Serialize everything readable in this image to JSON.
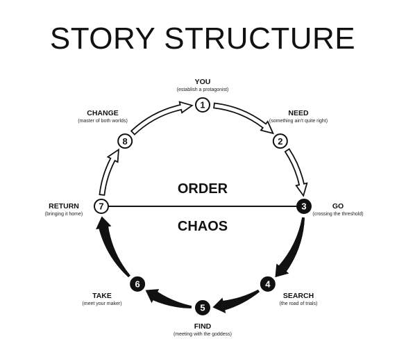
{
  "title": "STORY STRUCTURE",
  "regions": {
    "upper": "ORDER",
    "lower": "CHAOS"
  },
  "steps": [
    {
      "number": "1",
      "title": "YOU",
      "subtitle": "(establish a protagonist)",
      "half": "order"
    },
    {
      "number": "2",
      "title": "NEED",
      "subtitle": "(something ain't quite right)",
      "half": "order"
    },
    {
      "number": "3",
      "title": "GO",
      "subtitle": "(crossing the threshold)",
      "half": "threshold"
    },
    {
      "number": "4",
      "title": "SEARCH",
      "subtitle": "(the road of trials)",
      "half": "chaos"
    },
    {
      "number": "5",
      "title": "FIND",
      "subtitle": "(meeting with the goddess)",
      "half": "chaos"
    },
    {
      "number": "6",
      "title": "TAKE",
      "subtitle": "(meet your maker)",
      "half": "chaos"
    },
    {
      "number": "7",
      "title": "RETURN",
      "subtitle": "(bringing it home)",
      "half": "threshold"
    },
    {
      "number": "8",
      "title": "CHANGE",
      "subtitle": "(master of both worlds)",
      "half": "order"
    }
  ],
  "colors": {
    "ink": "#111111",
    "paper": "#ffffff"
  }
}
